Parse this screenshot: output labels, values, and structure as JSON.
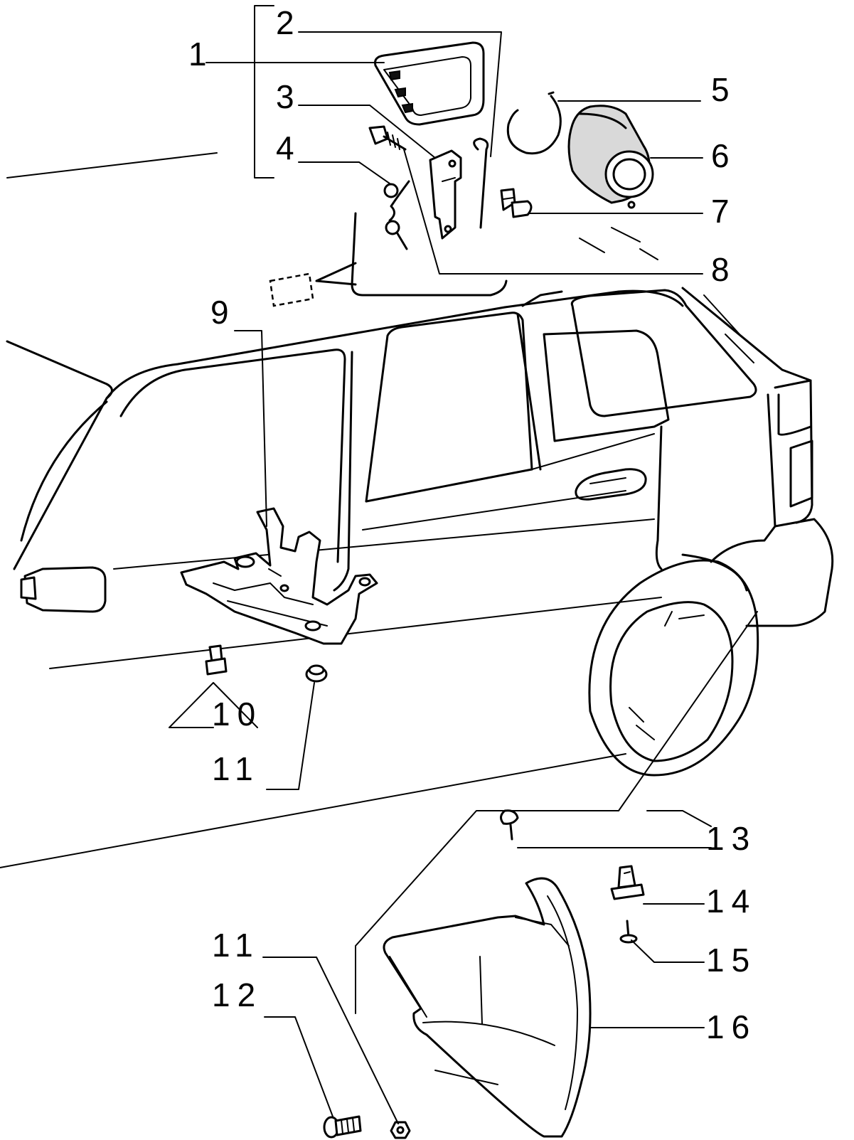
{
  "callouts": [
    {
      "id": "1",
      "label": "1"
    },
    {
      "id": "2",
      "label": "2"
    },
    {
      "id": "3",
      "label": "3"
    },
    {
      "id": "4",
      "label": "4"
    },
    {
      "id": "5",
      "label": "5"
    },
    {
      "id": "6",
      "label": "6"
    },
    {
      "id": "7",
      "label": "7"
    },
    {
      "id": "8",
      "label": "8"
    },
    {
      "id": "9",
      "label": "9"
    },
    {
      "id": "10",
      "label": "10"
    },
    {
      "id": "11a",
      "label": "11"
    },
    {
      "id": "11b",
      "label": "11"
    },
    {
      "id": "12",
      "label": "12"
    },
    {
      "id": "13",
      "label": "13"
    },
    {
      "id": "14",
      "label": "14"
    },
    {
      "id": "15",
      "label": "15"
    },
    {
      "id": "16",
      "label": "16"
    }
  ]
}
